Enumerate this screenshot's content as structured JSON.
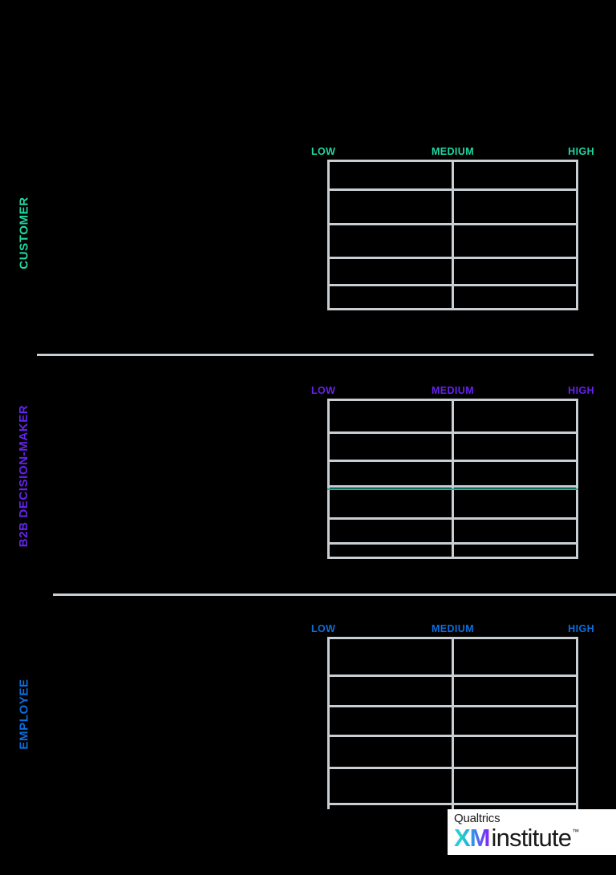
{
  "page": {
    "background_color": "#000000",
    "grid_color": "#c8ced2",
    "accent_line_color": "#14b8a6"
  },
  "sections": [
    {
      "id": "customer",
      "label": "CUSTOMER",
      "color": "#1ed9a3",
      "scale": {
        "low": "LOW",
        "medium": "MEDIUM",
        "high": "HIGH"
      },
      "row_count": 5,
      "accent_row_index": null
    },
    {
      "id": "b2b",
      "label": "B2B DECISION-MAKER",
      "color": "#6622ee",
      "scale": {
        "low": "LOW",
        "medium": "MEDIUM",
        "high": "HIGH"
      },
      "row_count": 6,
      "accent_row_index": 3
    },
    {
      "id": "employee",
      "label": "EMPLOYEE",
      "color": "#0a6ee0",
      "scale": {
        "low": "LOW",
        "medium": "MEDIUM",
        "high": "HIGH"
      },
      "row_count": 5,
      "accent_row_index": null
    }
  ],
  "logo": {
    "top_text": "Qualtrics",
    "xm": "XM",
    "institute": "institute",
    "trademark": "™",
    "gradient_start": "#27c6f0",
    "gradient_end": "#7b2ff7"
  }
}
